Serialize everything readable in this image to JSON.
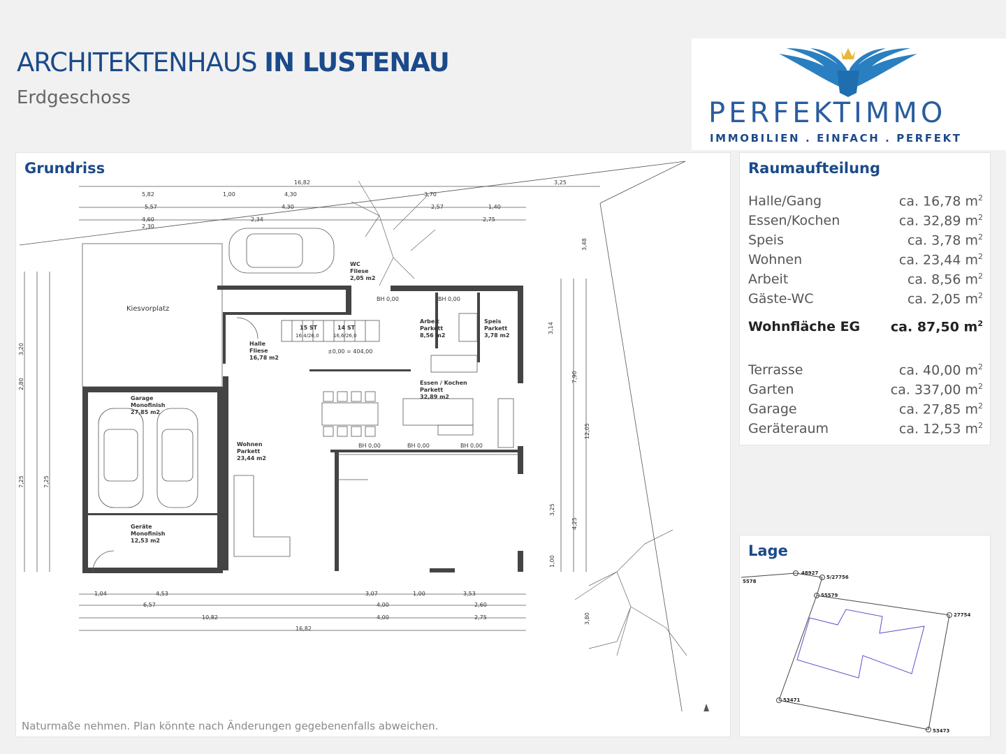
{
  "header": {
    "title_light": "ARCHITEKTENHAUS",
    "title_bold": "IN LUSTENAU",
    "subtitle": "Erdgeschoss"
  },
  "logo": {
    "name": "PERFEKTIMMO",
    "tagline": "IMMOBILIEN . EINFACH . PERFEKT",
    "icon": "winged-crest-icon",
    "color": "#2a5d9e"
  },
  "plan": {
    "heading": "Grundriss",
    "disclaimer": "Naturmaße nehmen. Plan könnte nach Änderungen gegebenenfalls abweichen.",
    "labels": {
      "kiesvorplatz": "Kiesvorplatz",
      "garage": [
        "Garage",
        "Monofinish",
        "27,85 m2"
      ],
      "geraete": [
        "Geräte",
        "Monofinish",
        "12,53 m2"
      ],
      "halle": [
        "Halle",
        "Fliese",
        "16,78 m2"
      ],
      "wc": [
        "WC",
        "Fliese",
        "2,05 m2"
      ],
      "arbeit": [
        "Arbeit",
        "Parkett",
        "8,56 m2"
      ],
      "speis": [
        "Speis",
        "Parkett",
        "3,78 m2"
      ],
      "essen": [
        "Essen / Kochen",
        "Parkett",
        "32,89 m2"
      ],
      "wohnen": [
        "Wohnen",
        "Parkett",
        "23,44 m2"
      ],
      "stairs": [
        "15 ST",
        "16,4/26,0",
        "14 ST",
        "16,6/26,0"
      ],
      "level": "±0,00 = 404,00",
      "bh": "BH 0,00",
      "dims_top": [
        "16,82",
        "5,82",
        "1,00",
        "4,30",
        "3,70",
        "3,25",
        "5,57",
        "4,30",
        "2,57",
        "1,40",
        "4,60",
        "2,34",
        "2,30",
        "2,75"
      ],
      "dims_bottom": [
        "1,04",
        "4,53",
        "3,07",
        "1,00",
        "3,53",
        "6,57",
        "4,00",
        "2,60",
        "10,82",
        "4,00",
        "2,75",
        "16,82"
      ],
      "dims_left": [
        "3,20",
        "2,80",
        "7,25",
        "7,25"
      ],
      "dims_right": [
        "3,48",
        "3,14",
        "7,90",
        "12,05",
        "3,25",
        "4,25",
        "1,00",
        "3,80"
      ]
    }
  },
  "rooms": {
    "heading": "Raumaufteilung",
    "group1": [
      {
        "name": "Halle/Gang",
        "value": "ca. 16,78 m"
      },
      {
        "name": "Essen/Kochen",
        "value": "ca. 32,89 m"
      },
      {
        "name": "Speis",
        "value": "ca. 3,78 m"
      },
      {
        "name": "Wohnen",
        "value": "ca. 23,44 m"
      },
      {
        "name": "Arbeit",
        "value": "ca. 8,56 m"
      },
      {
        "name": "Gäste-WC",
        "value": "ca. 2,05 m"
      }
    ],
    "total": {
      "name": "Wohnfläche EG",
      "value": "ca. 87,50 m"
    },
    "group2": [
      {
        "name": "Terrasse",
        "value": "ca. 40,00 m"
      },
      {
        "name": "Garten",
        "value": "ca. 337,00 m"
      },
      {
        "name": "Garage",
        "value": "ca. 27,85 m"
      },
      {
        "name": "Geräteraum",
        "value": "ca. 12,53 m"
      }
    ],
    "unit_exp": "2"
  },
  "lage": {
    "heading": "Lage",
    "parcels": [
      "5578",
      "48927",
      "5/27756",
      "55579",
      "27754",
      "53471",
      "53473"
    ]
  }
}
